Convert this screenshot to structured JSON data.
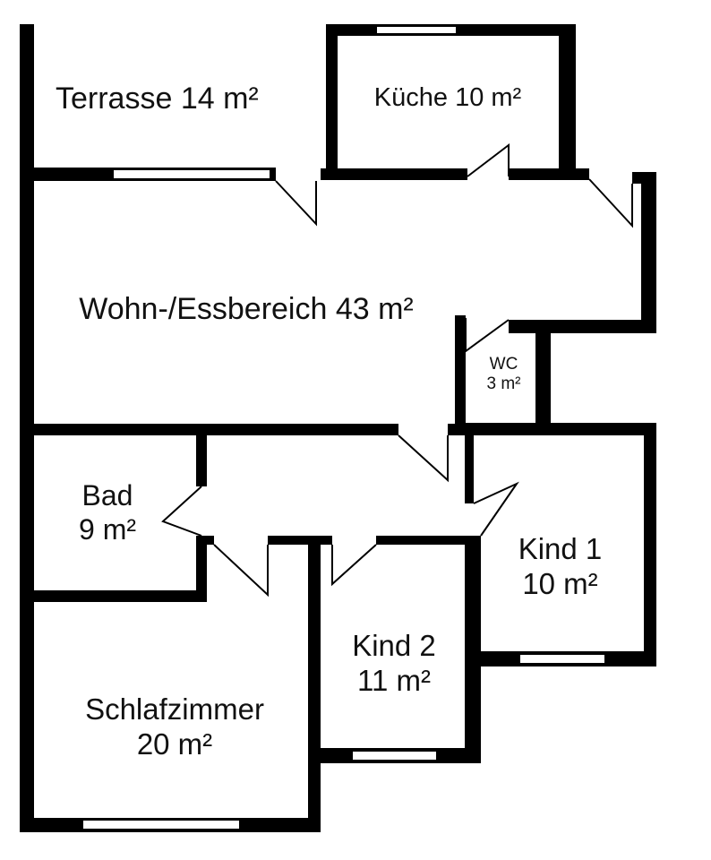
{
  "rooms": {
    "terrasse": {
      "name": "Terrasse 14 m²"
    },
    "kueche": {
      "name": "Küche 10 m²"
    },
    "wohn": {
      "name": "Wohn-/Essbereich 43 m²"
    },
    "wc": {
      "name": "WC",
      "area": "3 m²"
    },
    "bad": {
      "name": "Bad",
      "area": "9 m²"
    },
    "kind1": {
      "name": "Kind 1",
      "area": "10 m²"
    },
    "kind2": {
      "name": "Kind 2",
      "area": "11 m²"
    },
    "schlafzimmer": {
      "name": "Schlafzimmer",
      "area": "20 m²"
    }
  },
  "colors": {
    "wall": "#000000",
    "background": "#ffffff"
  }
}
